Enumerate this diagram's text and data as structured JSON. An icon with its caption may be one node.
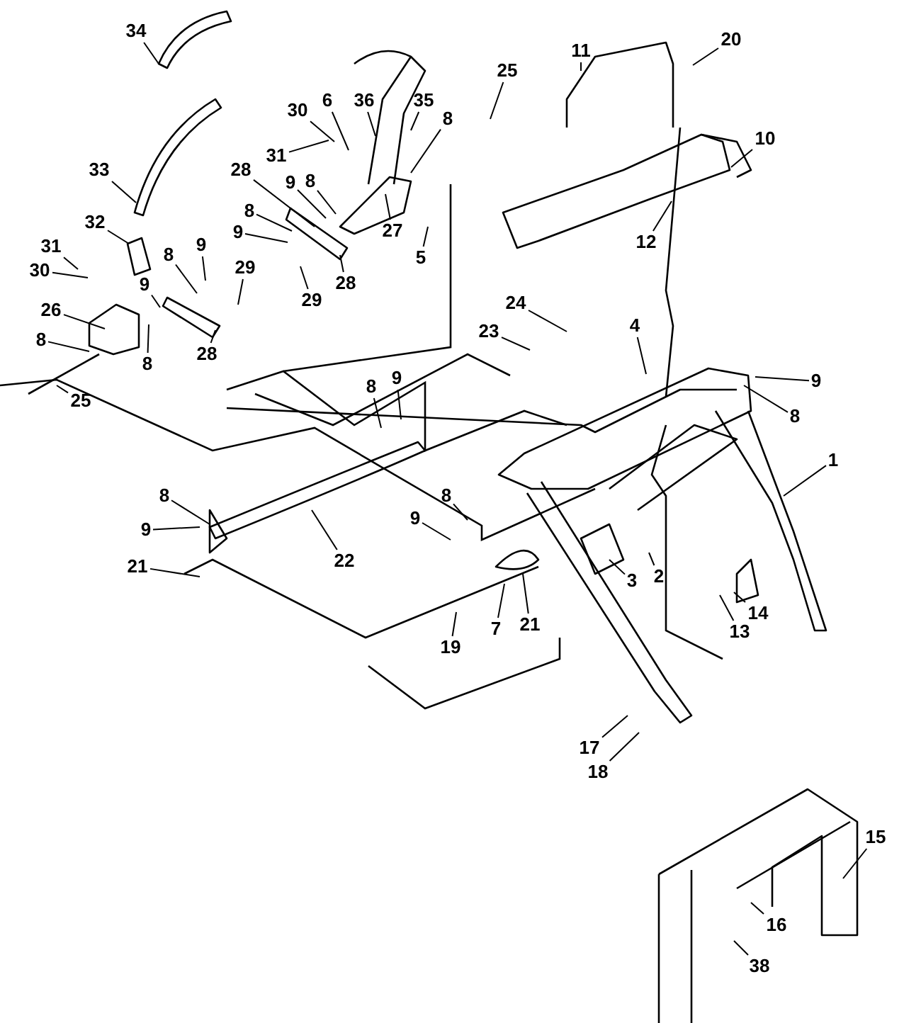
{
  "diagram": {
    "nodes": [
      {
        "text": [
          "34"
        ]
      },
      {
        "text": [
          "11"
        ]
      },
      {
        "text": [
          "20"
        ]
      },
      {
        "text": [
          "25"
        ]
      },
      {
        "text": [
          "30"
        ]
      },
      {
        "text": [
          "6"
        ]
      },
      {
        "text": [
          "36"
        ]
      },
      {
        "text": [
          "35"
        ]
      },
      {
        "text": [
          "8"
        ]
      },
      {
        "text": [
          "31"
        ]
      },
      {
        "text": [
          "33"
        ]
      },
      {
        "text": [
          "10"
        ]
      },
      {
        "text": [
          "28"
        ]
      },
      {
        "text": [
          "9"
        ]
      },
      {
        "text": [
          "8"
        ]
      },
      {
        "text": [
          "27"
        ]
      },
      {
        "text": [
          "5"
        ]
      },
      {
        "text": [
          "8"
        ]
      },
      {
        "text": [
          "9"
        ]
      },
      {
        "text": [
          "12"
        ]
      },
      {
        "text": [
          "32"
        ]
      },
      {
        "text": [
          "9"
        ]
      },
      {
        "text": [
          "8"
        ]
      },
      {
        "text": [
          "29"
        ]
      },
      {
        "text": [
          "28"
        ]
      },
      {
        "text": [
          "29"
        ]
      },
      {
        "text": [
          "31"
        ]
      },
      {
        "text": [
          "30"
        ]
      },
      {
        "text": [
          "26"
        ]
      },
      {
        "text": [
          "9"
        ]
      },
      {
        "text": [
          "8"
        ]
      },
      {
        "text": [
          "28"
        ]
      },
      {
        "text": [
          "8"
        ]
      },
      {
        "text": [
          "25"
        ]
      },
      {
        "text": [
          "24"
        ]
      },
      {
        "text": [
          "23"
        ]
      },
      {
        "text": [
          "4"
        ]
      },
      {
        "text": [
          "9"
        ]
      },
      {
        "text": [
          "8"
        ]
      },
      {
        "text": [
          "8"
        ]
      },
      {
        "text": [
          "9"
        ]
      },
      {
        "text": [
          "1"
        ]
      },
      {
        "text": [
          "8"
        ]
      },
      {
        "text": [
          "9"
        ]
      },
      {
        "text": [
          "8"
        ]
      },
      {
        "text": [
          "9"
        ]
      },
      {
        "text": [
          "22"
        ]
      },
      {
        "text": [
          "21"
        ]
      },
      {
        "text": [
          "3"
        ]
      },
      {
        "text": [
          "2"
        ]
      },
      {
        "text": [
          "14"
        ]
      },
      {
        "text": [
          "13"
        ]
      },
      {
        "text": [
          "19"
        ]
      },
      {
        "text": [
          "7"
        ]
      },
      {
        "text": [
          "21"
        ]
      },
      {
        "text": [
          "17"
        ]
      },
      {
        "text": [
          "18"
        ]
      },
      {
        "text": [
          "15"
        ]
      },
      {
        "text": [
          "16"
        ]
      },
      {
        "text": [
          "38"
        ]
      }
    ],
    "edges": [
      {
        "from": 0,
        "to": null,
        "arrow": "none"
      },
      {
        "from": 1,
        "to": null,
        "arrow": "none"
      },
      {
        "from": 2,
        "to": null,
        "arrow": "none"
      },
      {
        "from": 3,
        "to": null,
        "arrow": "none"
      },
      {
        "from": 4,
        "to": null,
        "arrow": "none"
      },
      {
        "from": 5,
        "to": null,
        "arrow": "none"
      },
      {
        "from": 6,
        "to": null,
        "arrow": "none"
      },
      {
        "from": 7,
        "to": null,
        "arrow": "none"
      },
      {
        "from": 8,
        "to": null,
        "arrow": "none"
      },
      {
        "from": 9,
        "to": null,
        "arrow": "none"
      },
      {
        "from": 10,
        "to": null,
        "arrow": "none"
      },
      {
        "from": 11,
        "to": null,
        "arrow": "none"
      },
      {
        "from": 12,
        "to": null,
        "arrow": "none"
      },
      {
        "from": 13,
        "to": null,
        "arrow": "none"
      },
      {
        "from": 14,
        "to": null,
        "arrow": "none"
      },
      {
        "from": 15,
        "to": null,
        "arrow": "none"
      },
      {
        "from": 16,
        "to": null,
        "arrow": "none"
      },
      {
        "from": 17,
        "to": null,
        "arrow": "none"
      },
      {
        "from": 18,
        "to": null,
        "arrow": "none"
      },
      {
        "from": 19,
        "to": null,
        "arrow": "none"
      },
      {
        "from": 20,
        "to": null,
        "arrow": "none"
      },
      {
        "from": 21,
        "to": null,
        "arrow": "none"
      },
      {
        "from": 22,
        "to": null,
        "arrow": "none"
      },
      {
        "from": 23,
        "to": null,
        "arrow": "none"
      },
      {
        "from": 24,
        "to": null,
        "arrow": "none"
      },
      {
        "from": 25,
        "to": null,
        "arrow": "none"
      },
      {
        "from": 26,
        "to": null,
        "arrow": "none"
      },
      {
        "from": 27,
        "to": null,
        "arrow": "none"
      },
      {
        "from": 28,
        "to": null,
        "arrow": "none"
      },
      {
        "from": 29,
        "to": null,
        "arrow": "none"
      },
      {
        "from": 30,
        "to": null,
        "arrow": "none"
      },
      {
        "from": 31,
        "to": null,
        "arrow": "none"
      },
      {
        "from": 32,
        "to": null,
        "arrow": "none"
      },
      {
        "from": 33,
        "to": null,
        "arrow": "none"
      },
      {
        "from": 34,
        "to": null,
        "arrow": "none"
      },
      {
        "from": 35,
        "to": null,
        "arrow": "none"
      },
      {
        "from": 36,
        "to": null,
        "arrow": "none"
      },
      {
        "from": 37,
        "to": null,
        "arrow": "none"
      },
      {
        "from": 38,
        "to": null,
        "arrow": "none"
      },
      {
        "from": 39,
        "to": null,
        "arrow": "none"
      },
      {
        "from": 40,
        "to": null,
        "arrow": "none"
      },
      {
        "from": 41,
        "to": null,
        "arrow": "none"
      },
      {
        "from": 42,
        "to": null,
        "arrow": "none"
      },
      {
        "from": 43,
        "to": null,
        "arrow": "none"
      },
      {
        "from": 44,
        "to": null,
        "arrow": "none"
      },
      {
        "from": 45,
        "to": null,
        "arrow": "none"
      },
      {
        "from": 46,
        "to": null,
        "arrow": "none"
      },
      {
        "from": 47,
        "to": null,
        "arrow": "none"
      },
      {
        "from": 48,
        "to": null,
        "arrow": "none"
      },
      {
        "from": 49,
        "to": null,
        "arrow": "none"
      },
      {
        "from": 50,
        "to": null,
        "arrow": "none"
      },
      {
        "from": 51,
        "to": null,
        "arrow": "none"
      },
      {
        "from": 52,
        "to": null,
        "arrow": "none"
      },
      {
        "from": 53,
        "to": null,
        "arrow": "none"
      },
      {
        "from": 54,
        "to": null,
        "arrow": "none"
      },
      {
        "from": 55,
        "to": null,
        "arrow": "none"
      },
      {
        "from": 56,
        "to": null,
        "arrow": "none"
      },
      {
        "from": 57,
        "to": null,
        "arrow": "none"
      },
      {
        "from": 58,
        "to": null,
        "arrow": "none"
      },
      {
        "from": 59,
        "to": null,
        "arrow": "none"
      }
    ]
  }
}
